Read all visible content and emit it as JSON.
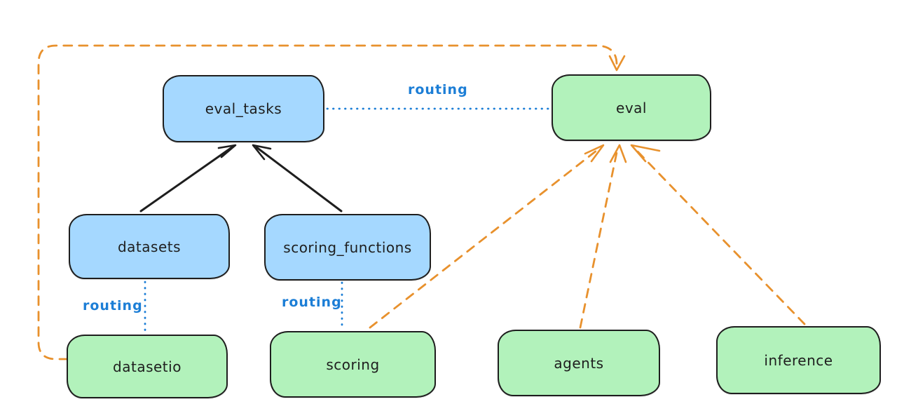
{
  "diagram": {
    "nodes": [
      {
        "id": "eval_tasks",
        "label": "eval_tasks",
        "fill": "blue"
      },
      {
        "id": "eval",
        "label": "eval",
        "fill": "green"
      },
      {
        "id": "datasets",
        "label": "datasets",
        "fill": "blue"
      },
      {
        "id": "scoring_functions",
        "label": "scoring_functions",
        "fill": "blue"
      },
      {
        "id": "datasetio",
        "label": "datasetio",
        "fill": "green"
      },
      {
        "id": "scoring",
        "label": "scoring",
        "fill": "green"
      },
      {
        "id": "agents",
        "label": "agents",
        "fill": "green"
      },
      {
        "id": "inference",
        "label": "inference",
        "fill": "green"
      }
    ],
    "edges": [
      {
        "from": "eval_tasks",
        "to": "eval",
        "type": "routing-dotted",
        "label": "routing"
      },
      {
        "from": "datasets",
        "to": "datasetio",
        "type": "routing-dotted",
        "label": "routing"
      },
      {
        "from": "scoring_functions",
        "to": "scoring",
        "type": "routing-dotted",
        "label": "routing"
      },
      {
        "from": "datasets",
        "to": "eval_tasks",
        "type": "arrow-solid-black",
        "label": ""
      },
      {
        "from": "scoring_functions",
        "to": "eval_tasks",
        "type": "arrow-solid-black",
        "label": ""
      },
      {
        "from": "datasetio",
        "to": "eval",
        "type": "arrow-dashed-orange",
        "label": ""
      },
      {
        "from": "scoring",
        "to": "eval",
        "type": "arrow-dashed-orange",
        "label": ""
      },
      {
        "from": "agents",
        "to": "eval",
        "type": "arrow-dashed-orange",
        "label": ""
      },
      {
        "from": "inference",
        "to": "eval",
        "type": "arrow-dashed-orange",
        "label": ""
      }
    ],
    "colors": {
      "background": "#ffffff",
      "node_stroke": "#1e1e1e",
      "blue_node_fill": "#a5d8ff",
      "green_node_fill": "#b2f2bb",
      "routing_blue": "#1c7ed6",
      "orange_dashed": "#e8912d"
    }
  }
}
